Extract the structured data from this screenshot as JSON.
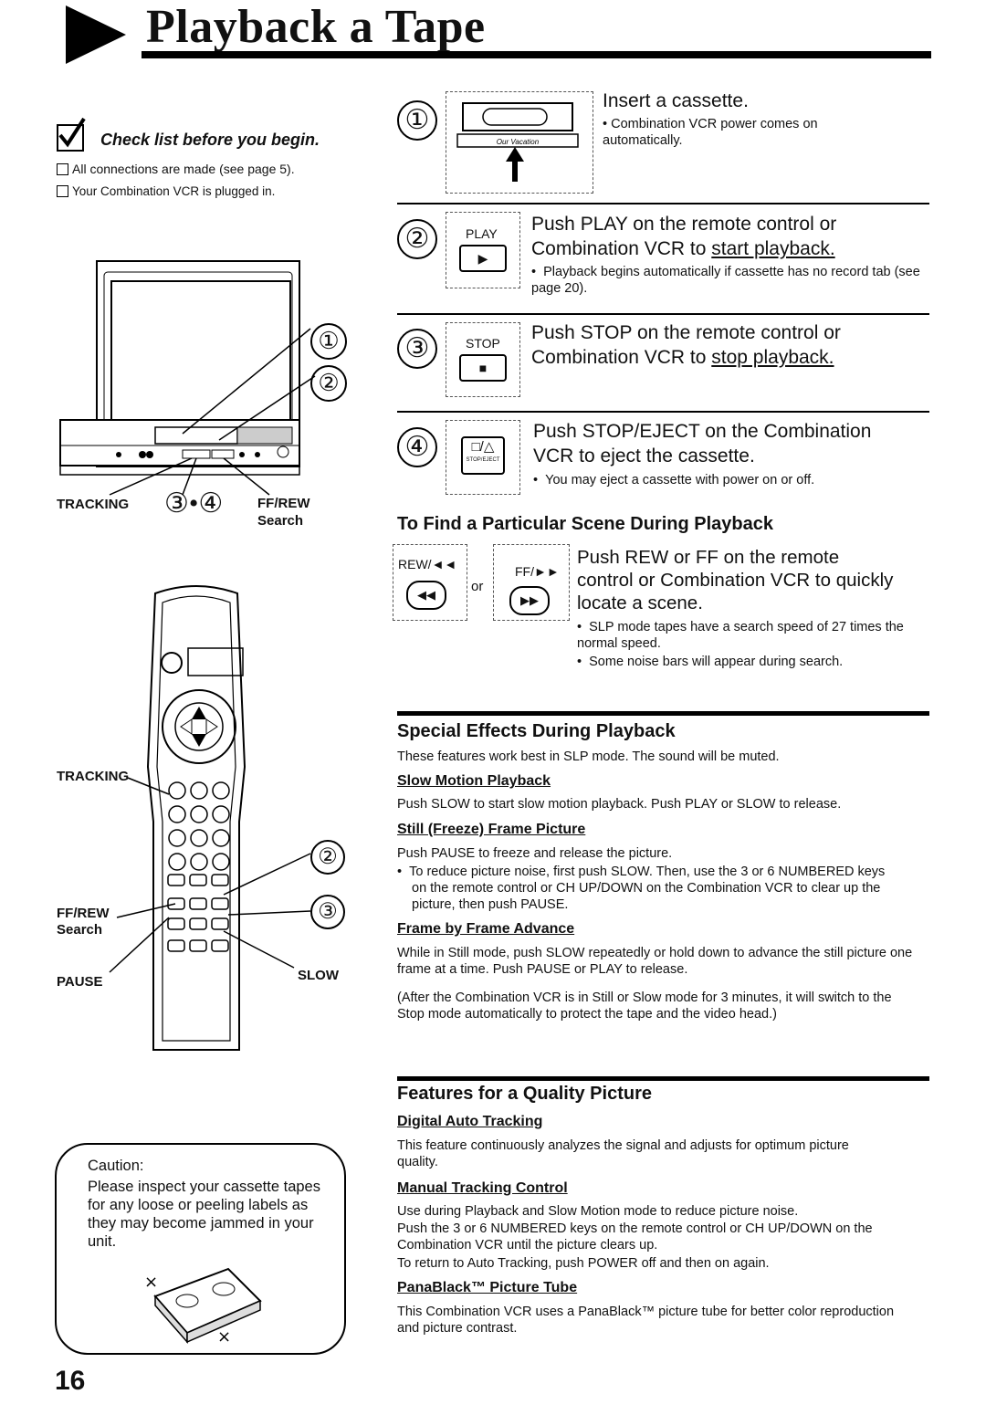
{
  "title": "Playback a Tape",
  "page_number": "16",
  "checklist": {
    "title": "Check list before you begin.",
    "items": [
      "All connections are made (see page 5).",
      "Your Combination VCR is plugged in."
    ]
  },
  "illustration_labels": {
    "tv_tracking": "TRACKING",
    "tv_ffrew": "FF/REW",
    "tv_search": "Search",
    "tv_steps": "③•④",
    "tv_step1": "①",
    "tv_step2": "②",
    "remote_tracking": "TRACKING",
    "remote_ffrew": "FF/REW",
    "remote_search": "Search",
    "remote_pause": "PAUSE",
    "remote_slow": "SLOW",
    "remote_step2": "②",
    "remote_step3": "③",
    "cassette_label": "Our Vacation"
  },
  "steps": [
    {
      "num": "①",
      "heading": "Insert a cassette.",
      "bullets": [
        "Combination VCR power comes on automatically."
      ]
    },
    {
      "num": "②",
      "button": "PLAY",
      "heading_a": "Push PLAY on the remote control or",
      "heading_b_pre": "Combination VCR to ",
      "heading_b_u": "start playback.",
      "bullets": [
        "Playback begins automatically if cassette has no record tab (see page 20)."
      ]
    },
    {
      "num": "③",
      "button": "STOP",
      "heading_a": "Push STOP on the remote control or",
      "heading_b_pre": "Combination VCR to ",
      "heading_b_u": "stop playback."
    },
    {
      "num": "④",
      "button": "STOP/EJECT",
      "heading_a": "Push STOP/EJECT on the Combination",
      "heading_b": "VCR to eject the cassette.",
      "bullets": [
        "You may eject a cassette with power on or off."
      ]
    }
  ],
  "find_scene": {
    "title": "To Find a Particular Scene During Playback",
    "rew_label": "REW/",
    "ff_label": "FF/",
    "or": "or",
    "lines": [
      "Push REW or FF on the remote",
      "control or Combination VCR to quickly",
      "locate a scene."
    ],
    "bullets": [
      "SLP mode tapes have a search speed of 27 times the normal speed.",
      "Some noise bars will appear during search."
    ]
  },
  "special_effects": {
    "title": "Special Effects During Playback",
    "intro": "These features work best in SLP mode. The sound will be muted.",
    "slow_title": "Slow Motion Playback",
    "slow_text": "Push SLOW to start slow motion playback. Push PLAY or SLOW to release.",
    "still_title": "Still (Freeze) Frame Picture",
    "still_text": "Push PAUSE to freeze and release the picture.",
    "still_bullet": "To reduce picture noise, first push SLOW. Then, use the 3 or 6 NUMBERED keys on the remote control or CH UP/DOWN on the Combination VCR to clear up the picture, then push PAUSE.",
    "frame_title": "Frame by Frame Advance",
    "frame_text": "While in Still mode, push SLOW repeatedly or hold down to advance the still picture one frame at a time. Push PAUSE or PLAY to release.",
    "note": "(After the Combination VCR is in Still or Slow mode for 3 minutes, it will switch to the Stop mode automatically to protect the tape and the video head.)"
  },
  "quality": {
    "title": "Features for a Quality Picture",
    "dat_title": "Digital Auto Tracking",
    "dat_text": "This feature continuously analyzes the signal and adjusts for optimum picture quality.",
    "mtc_title": "Manual Tracking Control",
    "mtc_text1": "Use during Playback and Slow Motion mode to reduce picture noise.",
    "mtc_text2": "Push the 3 or 6 NUMBERED keys on the remote control or CH UP/DOWN on the Combination VCR until the picture clears up.",
    "mtc_text3": "To return to Auto Tracking, push POWER off and then on again.",
    "pb_title": "PanaBlack™ Picture Tube",
    "pb_text": "This Combination VCR uses a PanaBlack™ picture tube for better color reproduction and picture contrast."
  },
  "caution": {
    "heading": "Caution:",
    "text": "Please inspect your cassette tapes for any loose or peeling labels as they may become jammed in your unit."
  }
}
